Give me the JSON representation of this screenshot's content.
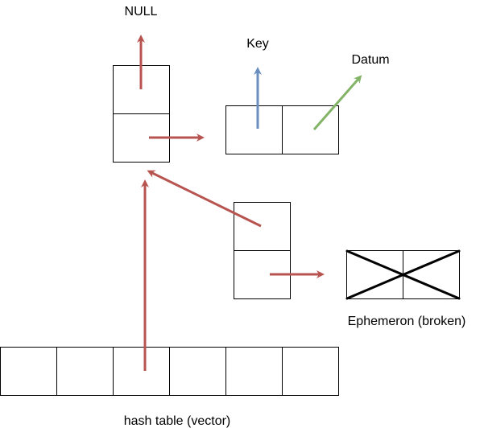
{
  "labels": {
    "null": "NULL",
    "key": "Key",
    "datum": "Datum",
    "ephemeron": "Ephemeron (broken)",
    "hash_table": "hash table (vector)"
  },
  "colors": {
    "red_arrow": "#b85450",
    "blue_arrow": "#6c8ebf",
    "green_arrow": "#82b366",
    "stroke": "#000000"
  }
}
